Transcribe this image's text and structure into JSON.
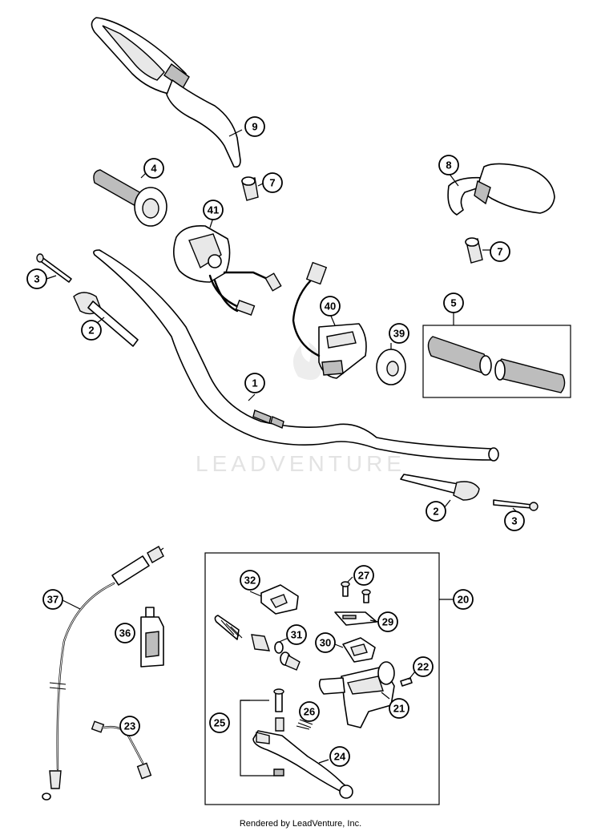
{
  "watermark": {
    "text": "LEADVENTURE"
  },
  "footer": {
    "text": "Rendered by LeadVenture, Inc."
  },
  "callouts": [
    {
      "id": "c1",
      "label": "1"
    },
    {
      "id": "c2a",
      "label": "2"
    },
    {
      "id": "c2b",
      "label": "2"
    },
    {
      "id": "c3a",
      "label": "3"
    },
    {
      "id": "c3b",
      "label": "3"
    },
    {
      "id": "c4",
      "label": "4"
    },
    {
      "id": "c5",
      "label": "5"
    },
    {
      "id": "c7a",
      "label": "7"
    },
    {
      "id": "c7b",
      "label": "7"
    },
    {
      "id": "c8",
      "label": "8"
    },
    {
      "id": "c9",
      "label": "9"
    },
    {
      "id": "c20",
      "label": "20"
    },
    {
      "id": "c21",
      "label": "21"
    },
    {
      "id": "c22",
      "label": "22"
    },
    {
      "id": "c23",
      "label": "23"
    },
    {
      "id": "c24",
      "label": "24"
    },
    {
      "id": "c25",
      "label": "25"
    },
    {
      "id": "c26",
      "label": "26"
    },
    {
      "id": "c27",
      "label": "27"
    },
    {
      "id": "c29",
      "label": "29"
    },
    {
      "id": "c30",
      "label": "30"
    },
    {
      "id": "c31",
      "label": "31"
    },
    {
      "id": "c32",
      "label": "32"
    },
    {
      "id": "c36",
      "label": "36"
    },
    {
      "id": "c37",
      "label": "37"
    },
    {
      "id": "c39",
      "label": "39"
    },
    {
      "id": "c40",
      "label": "40"
    },
    {
      "id": "c41",
      "label": "41"
    }
  ]
}
